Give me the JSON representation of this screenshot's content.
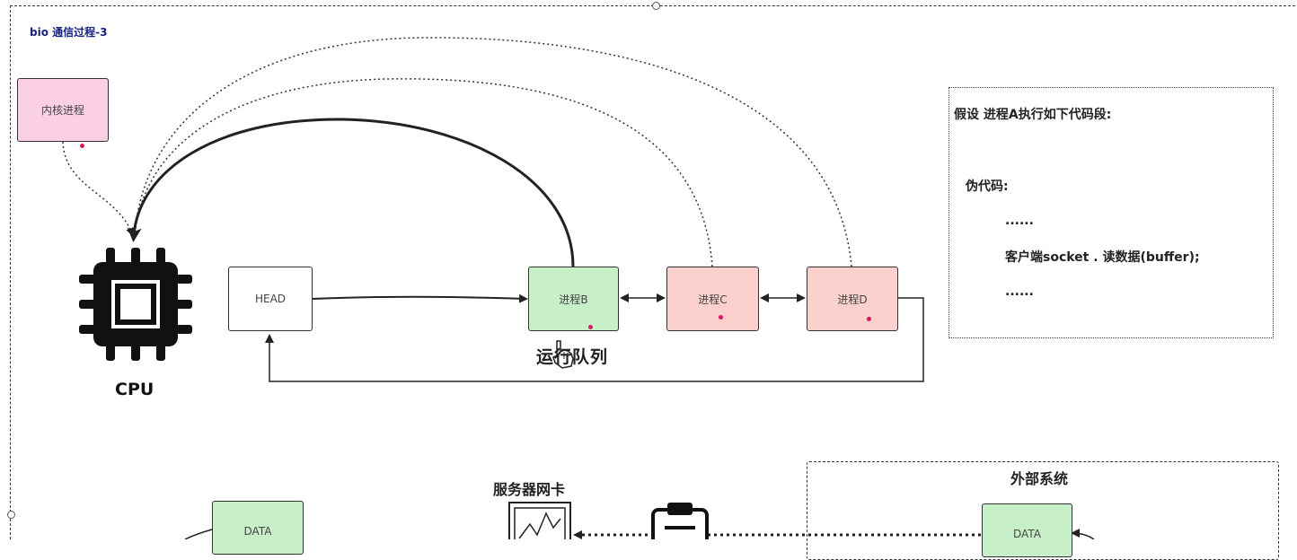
{
  "diagram": {
    "title": "bio 通信过程-3",
    "kernel_process": "内核进程",
    "cpu_label": "CPU",
    "queue": {
      "head": "HEAD",
      "processes": [
        "进程B",
        "进程C",
        "进程D"
      ],
      "label": "运行队列"
    },
    "code_panel": {
      "heading": "假设 进程A执行如下代码段:",
      "pseudo_label": "伪代码:",
      "lines": [
        "......",
        "客户端socket . 读数据(buffer);",
        "......"
      ]
    },
    "bottom": {
      "data_left": "DATA",
      "nic_label": "服务器网卡",
      "external_title": "外部系统",
      "data_right": "DATA"
    },
    "colors": {
      "kernel_fill": "#fcd0e4",
      "running_fill": "#c8f0c8",
      "waiting_fill": "#fcd0cc",
      "title_color": "#1a237e"
    }
  }
}
